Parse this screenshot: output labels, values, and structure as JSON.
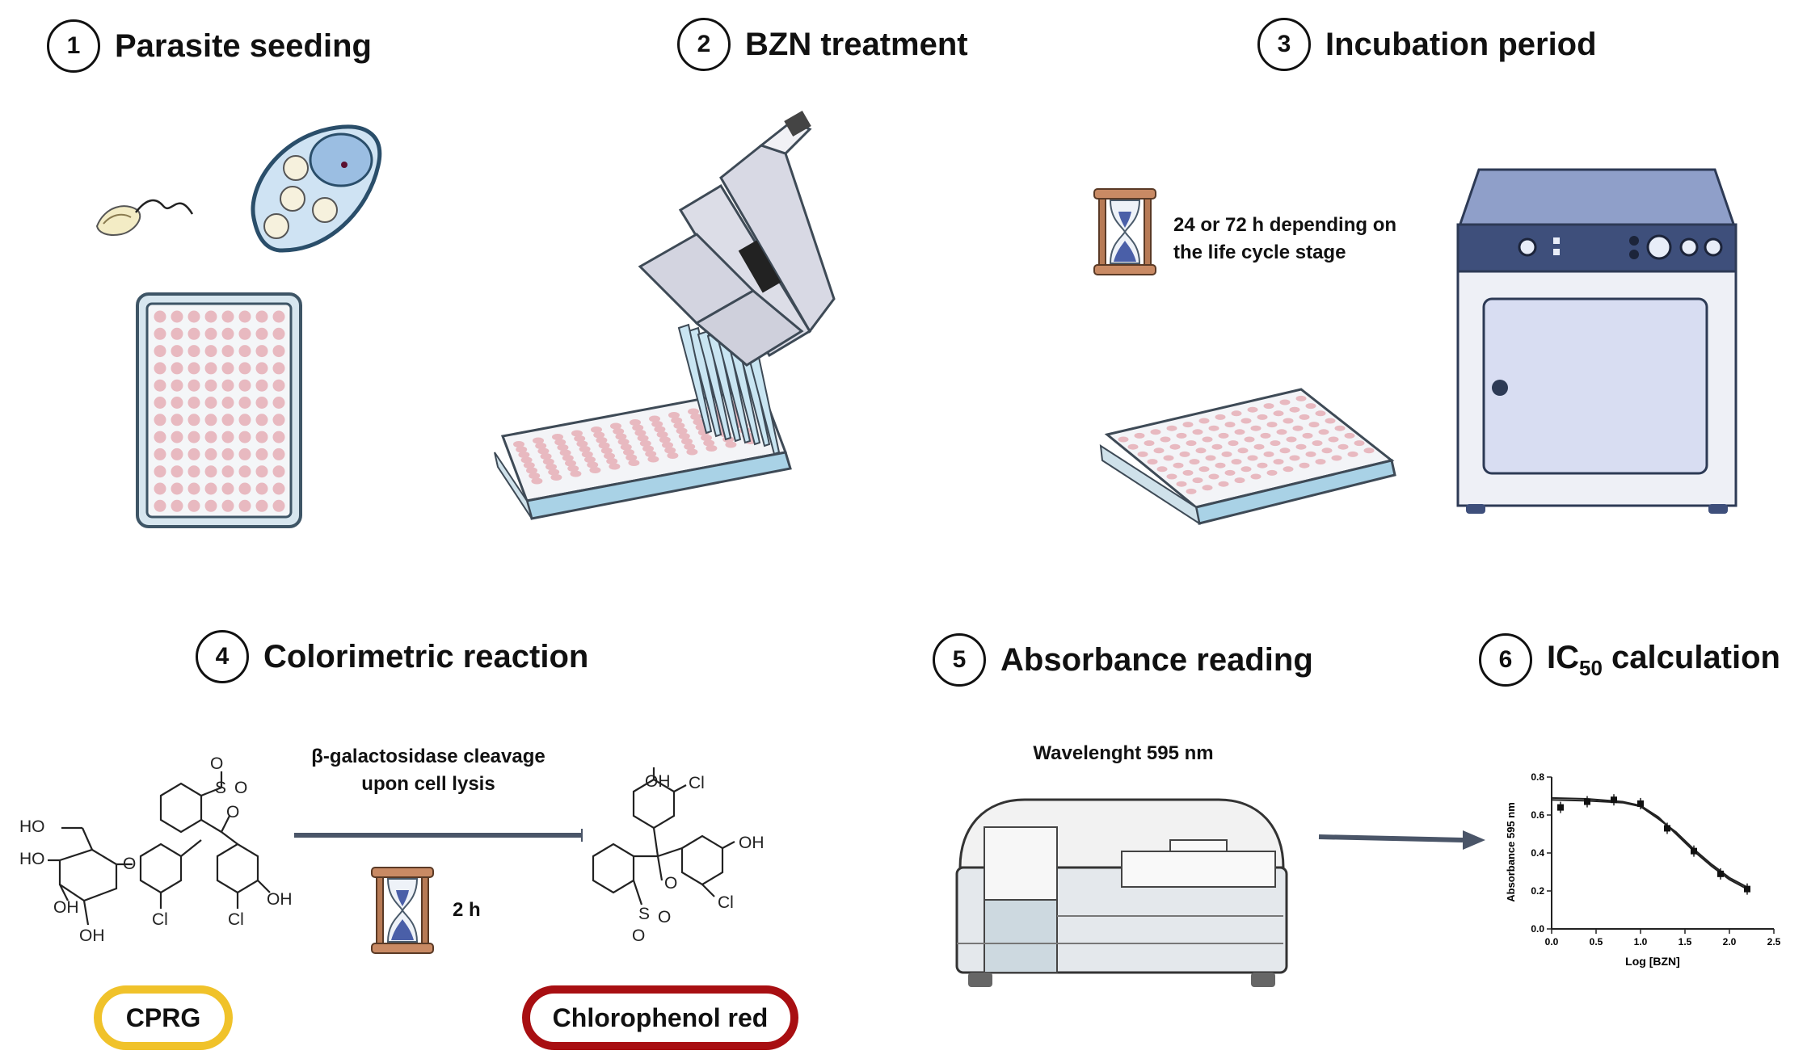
{
  "steps": [
    {
      "num": "1",
      "title": "Parasite seeding"
    },
    {
      "num": "2",
      "title": "BZN treatment"
    },
    {
      "num": "3",
      "title": "Incubation period"
    },
    {
      "num": "4",
      "title": "Colorimetric reaction"
    },
    {
      "num": "5",
      "title": "Absorbance reading"
    },
    {
      "num": "6",
      "title_main": "IC",
      "title_sub": "50",
      "title_rest": " calculation"
    }
  ],
  "incubation_note_line1": "24 or 72 h depending on",
  "incubation_note_line2": "the life cycle stage",
  "reaction_label_line1": "β-galactosidase cleavage",
  "reaction_label_line2": "upon cell lysis",
  "reaction_time": "2 h",
  "wavelength_label": "Wavelenght 595 nm",
  "substrate_label": "CPRG",
  "product_label": "Chlorophenol red",
  "colors": {
    "cprg_border": "#f0c22a",
    "product_border": "#a80f12",
    "arrow": "#4a5568",
    "plate_well": "#e8b9c0"
  },
  "chem_labels": {
    "HO": "HO",
    "OH": "OH",
    "Cl": "Cl",
    "S": "S",
    "O": "O"
  },
  "chart_data": {
    "type": "line",
    "xlabel": "Log [BZN]",
    "ylabel": "Absorbance 595 nm",
    "xlim": [
      0.0,
      2.5
    ],
    "ylim": [
      0.0,
      0.8
    ],
    "xticks": [
      "0.0",
      "0.5",
      "1.0",
      "1.5",
      "2.0",
      "2.5"
    ],
    "yticks": [
      "0.0",
      "0.2",
      "0.4",
      "0.6",
      "0.8"
    ],
    "points": [
      {
        "x": 0.1,
        "y": 0.64
      },
      {
        "x": 0.4,
        "y": 0.67
      },
      {
        "x": 0.7,
        "y": 0.68
      },
      {
        "x": 1.0,
        "y": 0.66
      },
      {
        "x": 1.3,
        "y": 0.53
      },
      {
        "x": 1.6,
        "y": 0.41
      },
      {
        "x": 1.9,
        "y": 0.29
      },
      {
        "x": 2.2,
        "y": 0.21
      }
    ],
    "curve_a": [
      {
        "x": 0.0,
        "y": 0.69
      },
      {
        "x": 0.4,
        "y": 0.685
      },
      {
        "x": 0.8,
        "y": 0.67
      },
      {
        "x": 1.0,
        "y": 0.65
      },
      {
        "x": 1.2,
        "y": 0.59
      },
      {
        "x": 1.4,
        "y": 0.5
      },
      {
        "x": 1.6,
        "y": 0.41
      },
      {
        "x": 1.8,
        "y": 0.33
      },
      {
        "x": 2.0,
        "y": 0.26
      },
      {
        "x": 2.2,
        "y": 0.21
      }
    ],
    "curve_b": [
      {
        "x": 0.0,
        "y": 0.68
      },
      {
        "x": 0.4,
        "y": 0.675
      },
      {
        "x": 0.8,
        "y": 0.665
      },
      {
        "x": 1.0,
        "y": 0.645
      },
      {
        "x": 1.2,
        "y": 0.58
      },
      {
        "x": 1.4,
        "y": 0.51
      },
      {
        "x": 1.6,
        "y": 0.42
      },
      {
        "x": 1.8,
        "y": 0.34
      },
      {
        "x": 2.0,
        "y": 0.27
      },
      {
        "x": 2.2,
        "y": 0.22
      }
    ]
  }
}
